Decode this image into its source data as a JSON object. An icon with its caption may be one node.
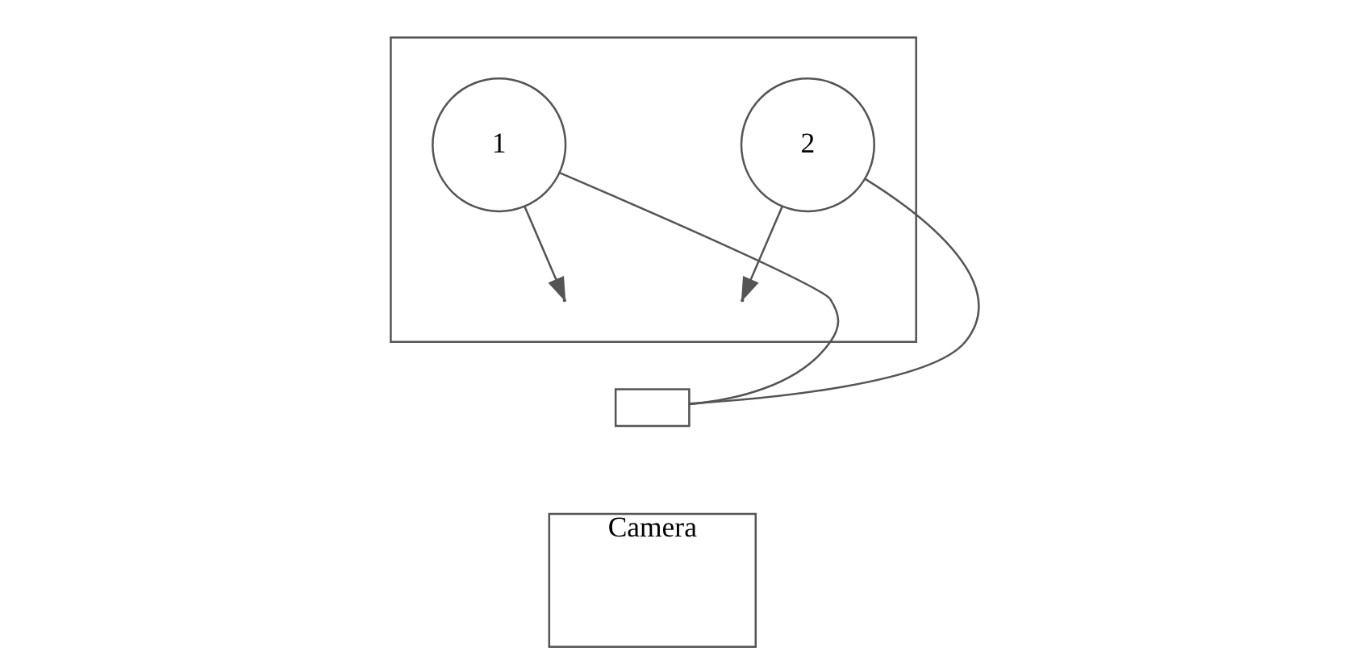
{
  "diagram": {
    "nodes": [
      {
        "text": [],
        "shape": "box"
      },
      {
        "text": [
          "1"
        ],
        "in": 0
      },
      {
        "text": [
          "2"
        ],
        "in": 0
      },
      {
        "text": [],
        "shape": "box"
      },
      {
        "text": [
          "Camera"
        ]
      }
    ],
    "edges": [
      {
        "from": 1,
        "to": null,
        "arrow": "to"
      },
      {
        "from": 2,
        "to": null,
        "arrow": "to"
      },
      {
        "from": 3,
        "to": 1,
        "arrow": "none"
      },
      {
        "from": 3,
        "to": 2,
        "arrow": "none"
      }
    ]
  }
}
